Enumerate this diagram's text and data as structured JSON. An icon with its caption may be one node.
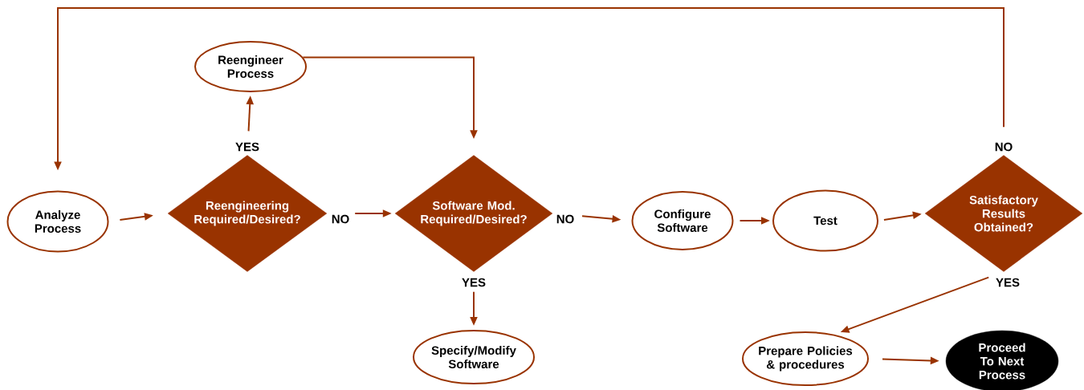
{
  "diagram": {
    "nodes": [
      {
        "text": [
          "Analyze Process"
        ]
      },
      {
        "text": [
          "Reengineering Required/Desired?"
        ]
      },
      {
        "text": [
          "Reengineer Process"
        ]
      },
      {
        "text": [
          "Software Mod. Required/Desired?"
        ]
      },
      {
        "text": [
          "Specify/Modify Software"
        ]
      },
      {
        "text": [
          "Configure Software"
        ]
      },
      {
        "text": [
          "Test"
        ]
      },
      {
        "text": [
          "Satisfactory Results Obtained?"
        ]
      },
      {
        "text": [
          "Prepare Policies & procedures"
        ]
      },
      {
        "text": [
          "Proceed To Next Process"
        ]
      }
    ],
    "edges": [
      {
        "from": 0,
        "to": 1,
        "arrow": "to"
      },
      {
        "from": 1,
        "to": 2,
        "arrow": "to",
        "label": "YES"
      },
      {
        "from": 1,
        "to": 3,
        "arrow": "to",
        "label": "NO"
      },
      {
        "from": 2,
        "to": 3,
        "arrow": "to"
      },
      {
        "from": 3,
        "to": 4,
        "arrow": "to",
        "label": "YES"
      },
      {
        "from": 3,
        "to": 5,
        "arrow": "to",
        "label": "NO"
      },
      {
        "from": 5,
        "to": 6,
        "arrow": "to"
      },
      {
        "from": 6,
        "to": 7,
        "arrow": "to"
      },
      {
        "from": 7,
        "to": 0,
        "arrow": "to",
        "label": "NO"
      },
      {
        "from": 7,
        "to": 8,
        "arrow": "to",
        "label": "YES"
      },
      {
        "from": 8,
        "to": 9,
        "arrow": "to"
      }
    ]
  }
}
